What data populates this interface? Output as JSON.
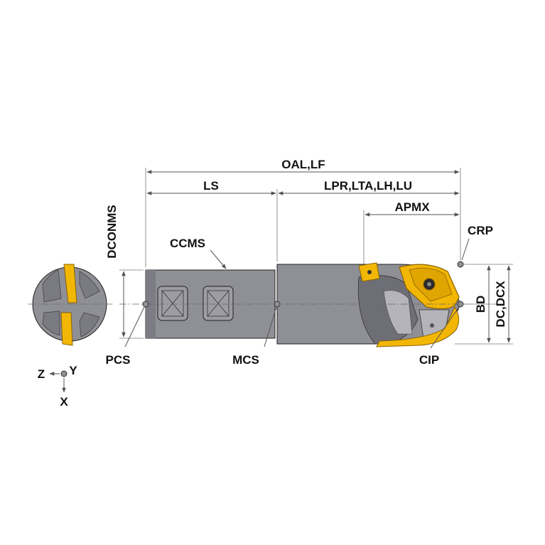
{
  "labels": {
    "oal_lf": "OAL,LF",
    "ls": "LS",
    "lpr": "LPR,LTA,LH,LU",
    "apmx": "APMX",
    "crp": "CRP",
    "dconms": "DCONMS",
    "ccms": "CCMS",
    "bd": "BD",
    "dc_dcx": "DC,DCX",
    "pcs": "PCS",
    "mcs": "MCS",
    "cip": "CIP",
    "axis_z": "Z",
    "axis_y": "Y",
    "axis_x": "X"
  },
  "colors": {
    "body": "#8f8f96",
    "body_dark": "#6e6e76",
    "body_light": "#b4b4ba",
    "insert": "#f2b705",
    "insert_dark": "#c28a00",
    "line": "#555555",
    "text": "#111111"
  }
}
